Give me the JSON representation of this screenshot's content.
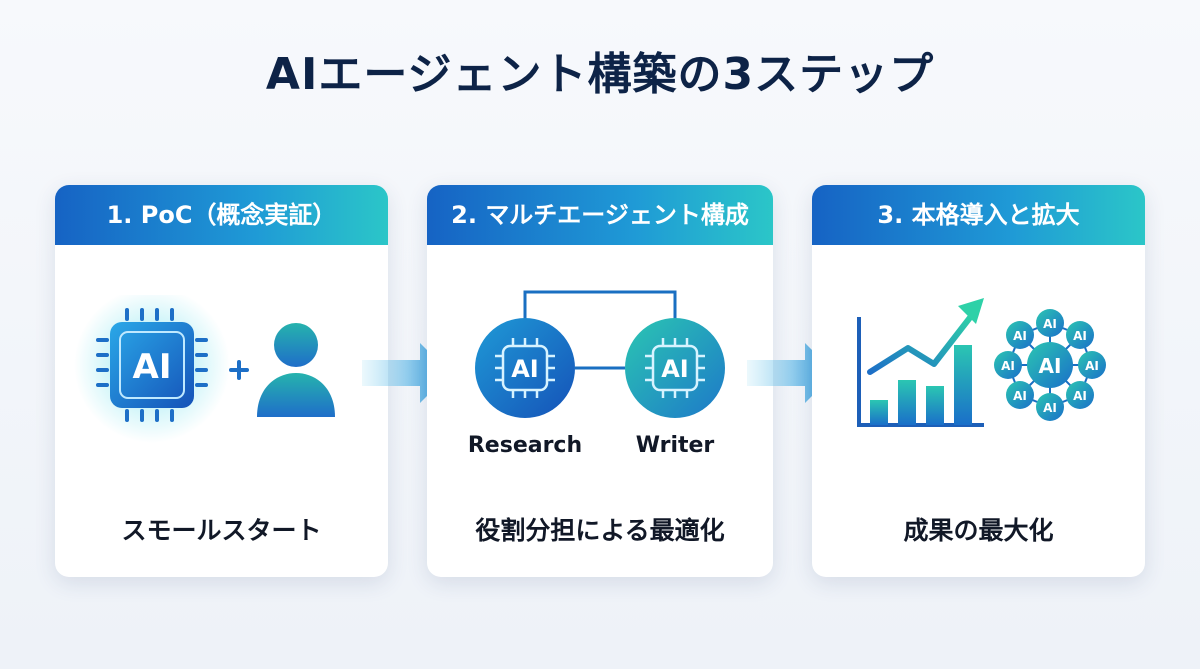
{
  "title": "AIエージェント構築の3ステップ",
  "steps": [
    {
      "header": "1. PoC（概念実証）",
      "caption": "スモールスタート",
      "chip_label": "AI"
    },
    {
      "header": "2. マルチエージェント構成",
      "caption": "役割分担による最適化",
      "agents": [
        {
          "chip_label": "AI",
          "label": "Research"
        },
        {
          "chip_label": "AI",
          "label": "Writer"
        }
      ]
    },
    {
      "header": "3. 本格導入と拡大",
      "caption": "成果の最大化",
      "network_label": "AI"
    }
  ],
  "colors": {
    "title": "#0d2347",
    "header_start": "#1663c4",
    "header_end": "#2bc6c8",
    "icon_blue": "#1d6fc7",
    "icon_teal": "#22b6b0"
  },
  "icons": [
    "ai-chip-icon",
    "plus-icon",
    "person-icon",
    "arrow-right-icon",
    "growth-chart-icon",
    "ai-network-icon"
  ]
}
